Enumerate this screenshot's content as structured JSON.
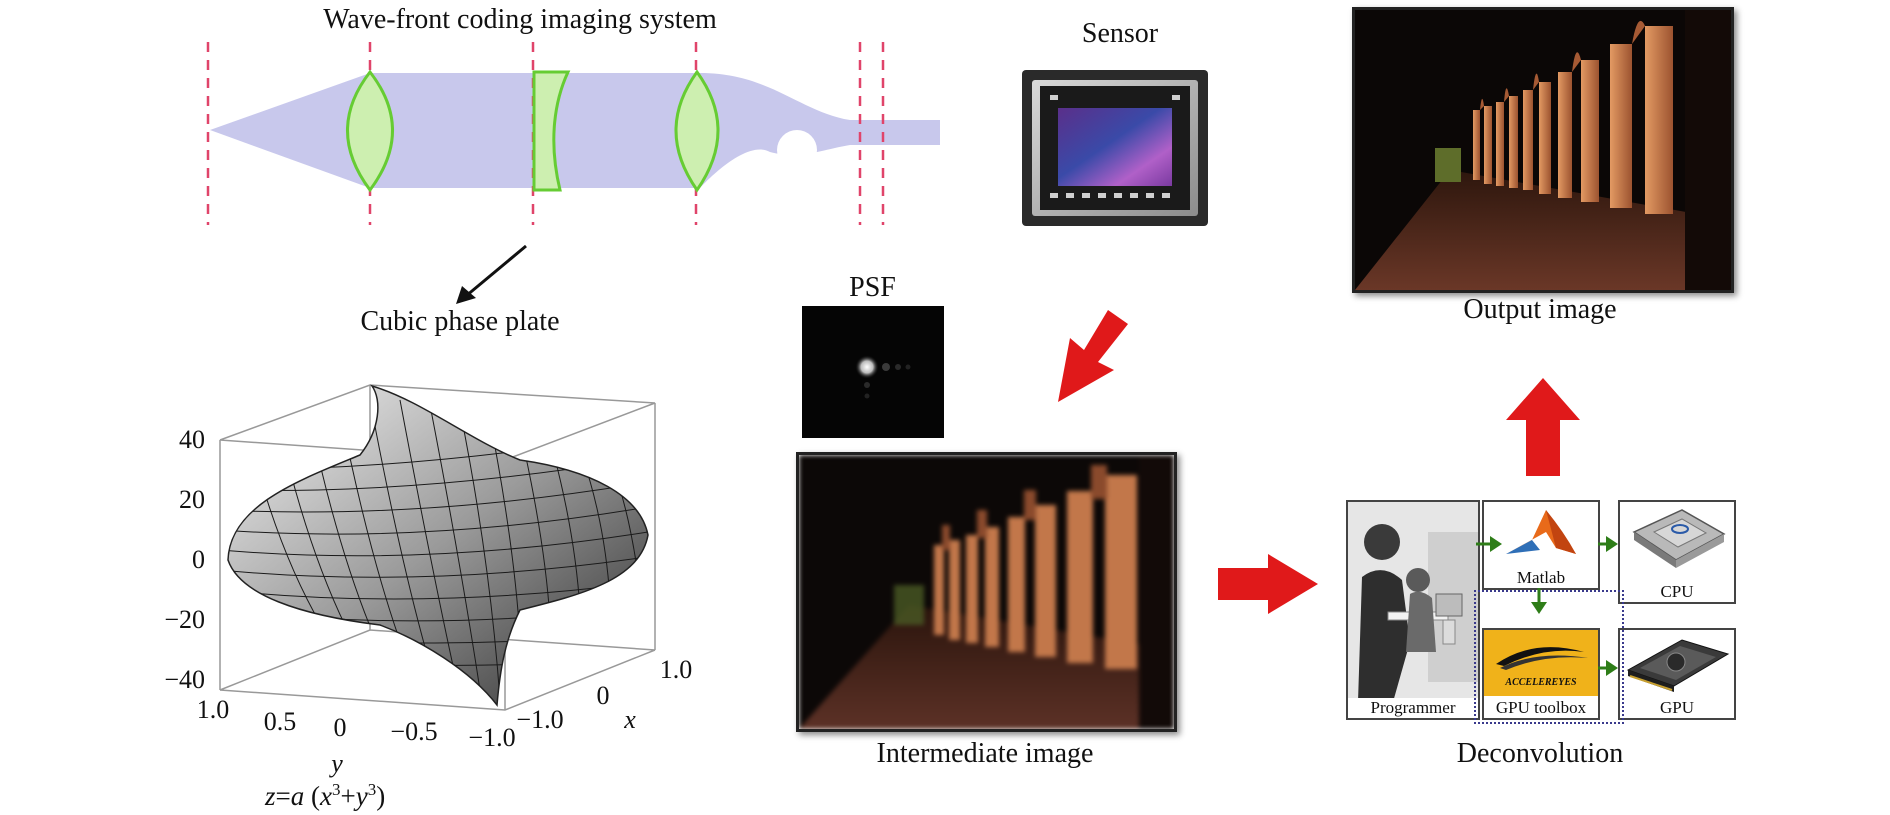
{
  "optics": {
    "title": "Wave-front coding imaging system",
    "plate_caption": "Cubic phase plate"
  },
  "sensor": {
    "label": "Sensor"
  },
  "psf": {
    "label": "PSF"
  },
  "intermediate": {
    "caption": "Intermediate image"
  },
  "output": {
    "caption": "Output image"
  },
  "deconvolution": {
    "caption": "Deconvolution",
    "programmer_label": "Programmer",
    "matlab_label": "Matlab",
    "cpu_label": "CPU",
    "gpu_toolbox_label": "GPU toolbox",
    "gpu_label": "GPU",
    "toolbox_brand": "ACCELEREYES"
  },
  "surface_plot": {
    "z_ticks": [
      "40",
      "20",
      "0",
      "−20",
      "−40"
    ],
    "y_ticks": [
      "1.0",
      "0.5",
      "0",
      "−0.5",
      "−1.0"
    ],
    "x_ticks": [
      "−1.0",
      "0",
      "1.0"
    ],
    "y_axis_label": "y",
    "x_axis_label": "x",
    "formula": {
      "z": "z",
      "eq": "=",
      "a": "a",
      "open": " (",
      "x": "x",
      "exp1": "3",
      "plus": "+",
      "y": "y",
      "exp2": "3",
      "close": ")"
    }
  },
  "colors": {
    "arrow_red": "#e0191a",
    "arrow_green": "#2e7d18",
    "beam": "#c8c8ec",
    "lens_fill": "#cdefb0",
    "lens_stroke": "#66cc33",
    "axis_dash": "#e0446a"
  }
}
